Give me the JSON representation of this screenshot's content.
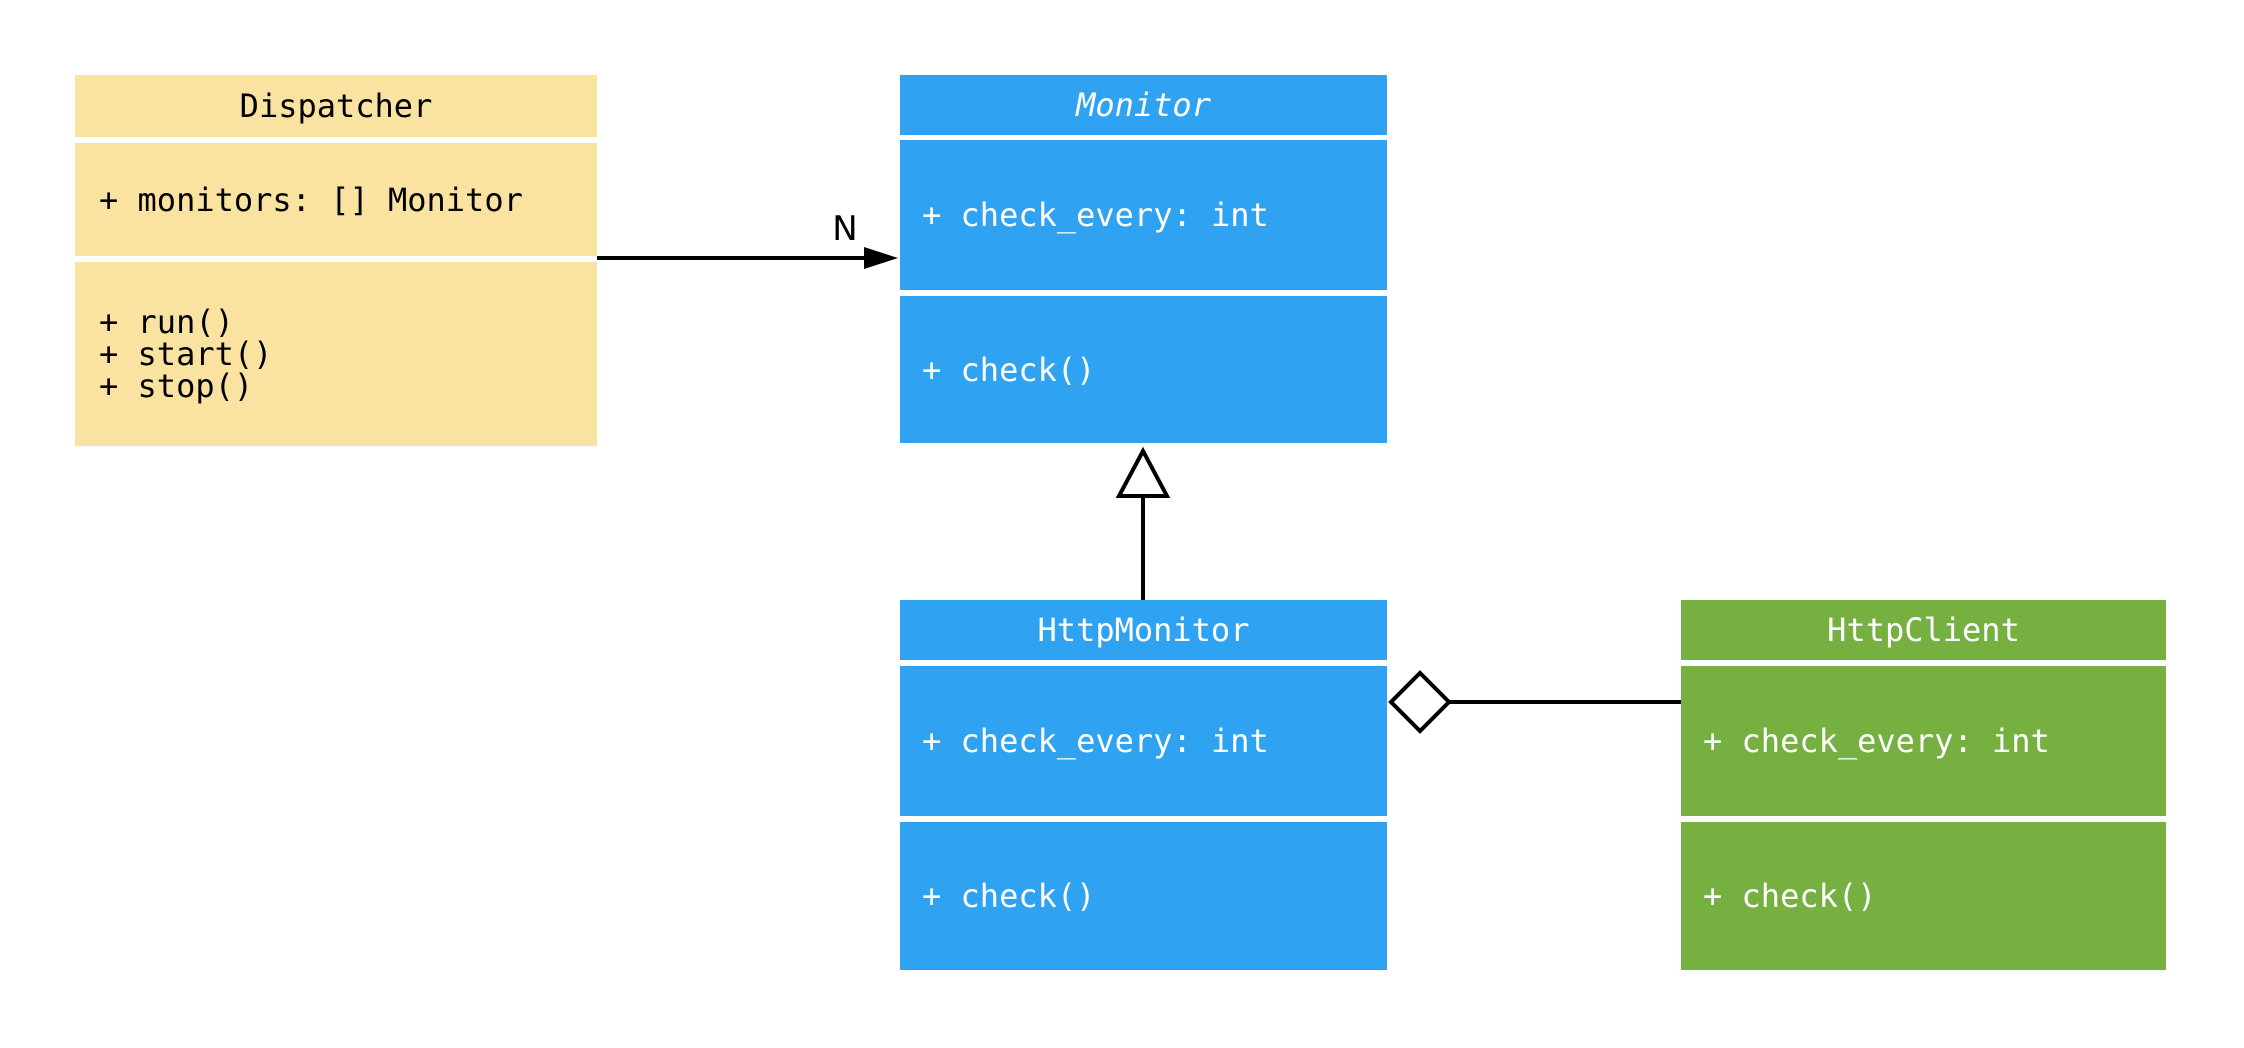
{
  "diagram": {
    "type": "uml-class-diagram",
    "background_color": "#ffffff",
    "line_color": "#000000",
    "classes": [
      {
        "name": "Dispatcher",
        "abstract": false,
        "fill_color": "#FAE3A0",
        "text_color": "#000000",
        "attributes": [
          "+ monitors: [] Monitor"
        ],
        "methods": [
          "+ run()",
          "+ start()",
          "+ stop()"
        ]
      },
      {
        "name": "Monitor",
        "abstract": true,
        "fill_color": "#2FA3F2",
        "text_color": "#ffffff",
        "attributes": [
          "+ check_every: int"
        ],
        "methods": [
          "+ check()"
        ]
      },
      {
        "name": "HttpMonitor",
        "abstract": false,
        "fill_color": "#2FA3F2",
        "text_color": "#ffffff",
        "attributes": [
          "+ check_every: int"
        ],
        "methods": [
          "+ check()"
        ]
      },
      {
        "name": "HttpClient",
        "abstract": false,
        "fill_color": "#76B041",
        "text_color": "#ffffff",
        "attributes": [
          "+ check_every: int"
        ],
        "methods": [
          "+ check()"
        ]
      }
    ],
    "relationships": [
      {
        "type": "association",
        "from": "Dispatcher",
        "to": "Monitor",
        "label": "N",
        "marker": "filled-arrowhead"
      },
      {
        "type": "generalization",
        "from": "HttpMonitor",
        "to": "Monitor",
        "label": "",
        "marker": "hollow-triangle"
      },
      {
        "type": "aggregation",
        "from": "HttpMonitor",
        "to": "HttpClient",
        "label": "",
        "marker": "hollow-diamond"
      }
    ]
  }
}
